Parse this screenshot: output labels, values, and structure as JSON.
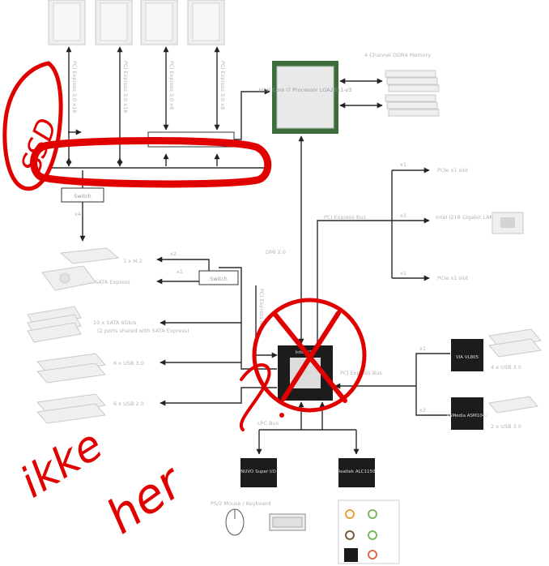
{
  "diagram": {
    "pcie_slot_labels": [
      "PCI Express 3.0 x16",
      "PCI Express 3.0 x16",
      "PCI Express 3.0 x8",
      "PCI Express 3.0 x8"
    ],
    "switch_label": "Switch",
    "cpu_label": "Intel Core i7 Processor LGA2011-v3",
    "memory_label": "4 Channel DDR4 Memory",
    "dmi_label": "DMI 2.0",
    "pcie_bus_label_top": "PCI Express Bus",
    "pcie_bus_label_mid": "PCI Express Bus",
    "pcie_bus_label_vertical": "PCI Express Bus",
    "lpc_bus_label": "LPC Bus",
    "pcie_x1_slot_top": "PCIe x1 slot",
    "pcie_x1_slot_bottom": "PCIe x1 slot",
    "lan_label": "Intel I218 Gigabit LAN",
    "link_x1_a": "x1",
    "link_x1_b": "x1",
    "link_x1_c": "x1",
    "link_x1_d": "x1",
    "link_x2_a": "x2",
    "link_x2_b": "x2",
    "link_x4": "x4",
    "m2_label": "1 x M.2",
    "sata_express_label": "1 x SATA Express",
    "sata_label": "10 x SATA 6Gb/s",
    "sata_sub_label": "(2 ports shared with SATA Express)",
    "usb3_left_label": "6 x USB 3.0",
    "usb2_left_label": "6 x USB 2.0",
    "usb3_right_label": "4 x USB 3.0",
    "usb3_right_bottom_label": "2 x USB 3.0",
    "usb_chip_top_label": "VIA VL805",
    "usb_chip_bottom_label": "ASMedia ASM1042",
    "super_io_label": "NUVO Super I/O",
    "audio_label": "Realtek ALC1150",
    "ps2_label": "PS/2 Mouse / Keyboard",
    "pch_label": "Intel X99"
  },
  "annotations": {
    "circle_note": "SSD",
    "handwritten_1": "ikke",
    "handwritten_2": "her"
  },
  "colors": {
    "ink": "#e00000",
    "line": "#2b2b2b",
    "chip": "#1c1c1c",
    "cpu_pcb": "#3c6e3c"
  }
}
